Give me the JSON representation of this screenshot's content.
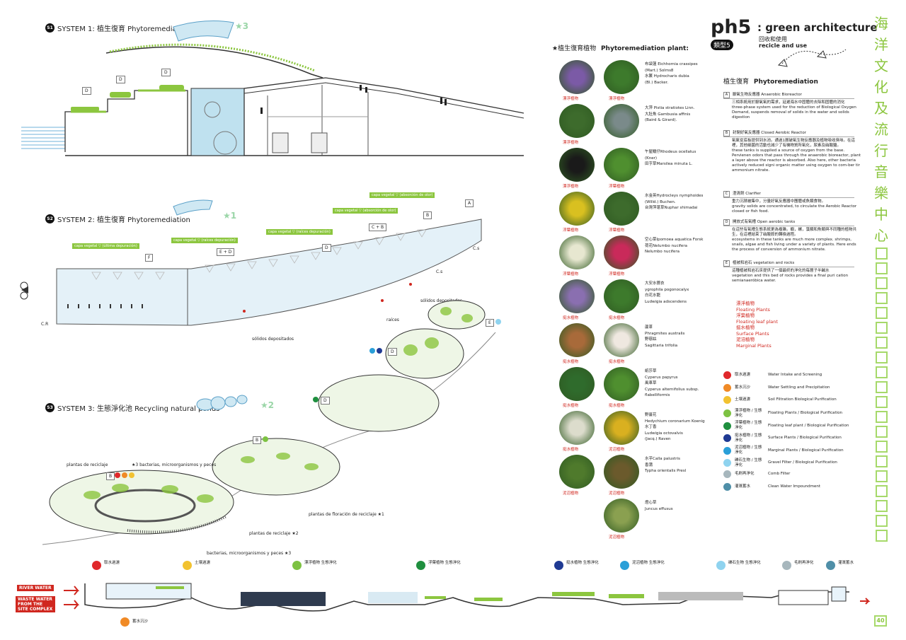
{
  "system1": {
    "badge": "S1",
    "title": "SYSTEM 1: 植生復育 Phytoremediation",
    "star": "★3",
    "letters": [
      "D",
      "D",
      "D"
    ]
  },
  "system2": {
    "badge": "S2",
    "title": "SYSTEM 2: 植生復育 Phytoremediation",
    "star": "★1",
    "veg_labels": [
      "capa vegetal ▽ (última depuración)",
      "capa vegetal ▽ (raíces depuración)",
      "capa vegetal ▽ (raíces depuración)",
      "capa vegetal ▽ (absorción de olor)",
      "capa vegetal ▽ (absorción de olor)"
    ],
    "markers": [
      "A",
      "B",
      "C + B",
      "D",
      "E + D",
      "F",
      "C.s",
      "C.s",
      "C.R"
    ],
    "solids1": "sólidos depositados",
    "solids2": "sólidos depositados",
    "roots": "raíces"
  },
  "system3": {
    "badge": "S3",
    "title": "SYSTEM 3: 生態淨化池 Recycling natural ponds",
    "star": "★2",
    "plants_label": "plantas de reciclaje",
    "bacteria_label": "★3 bacterias, microorganismos y peces",
    "flower_label": "plantas de floración de reciclaje ★1",
    "recycle_label": "plantas de reciclaje ★2",
    "bacteria_label2": "bacterias, microorganismos y peces ★3",
    "markers": [
      "B",
      "B",
      "D",
      "D",
      "E"
    ]
  },
  "header": {
    "title": "ph5",
    "subtitle": ": green architecture",
    "badge": "類型5",
    "sub_zh": "回收和使用",
    "sub_en": "recicle and use"
  },
  "plants": {
    "heading_zh": "★植生復育植物",
    "heading_en": "Phytoremediation plant:",
    "rows": [
      {
        "cap1": "漂浮植物",
        "cap2": "漂浮植物",
        "names": [
          "布袋蓮 Eichhornia crassipes",
          "(Mart.) Solms8",
          "水鱉 Hydrocharis dubia",
          "(Bl.) Backer."
        ]
      },
      {
        "cap1": "漂浮植物",
        "cap2": "",
        "names": [
          "大萍 Pistia stratiotes Linn.",
          "大肚魚 Gambusia affinis",
          "(Baird & Girard)."
        ]
      },
      {
        "cap1": "漂浮植物",
        "cap2": "浮葉植物",
        "names": [
          "午屋鱲仔Rhodeus ocellatus",
          "(Kner)",
          "田字草Marsilea minuta L."
        ]
      },
      {
        "cap1": "浮葉植物",
        "cap2": "浮葉植物",
        "names": [
          "水金英Hydrocleys nymphoides",
          "(Willd.) Buchen.",
          "台灣萍蓬草Nuphar shimadai"
        ]
      },
      {
        "cap1": "浮葉植物",
        "cap2": "浮葉植物",
        "names": [
          "空心菜Ipomoea aquatica Forsk",
          "荷花Nelumbo nucifera",
          "Nelumbo nucifera"
        ]
      },
      {
        "cap1": "挺水植物",
        "cap2": "挺水植物",
        "names": [
          "大安水蓑衣",
          "ygrophila pogonocalyx",
          "白花水龍",
          "Ludwigia adscendens"
        ]
      },
      {
        "cap1": "挺水植物",
        "cap2": "挺水植物",
        "names": [
          "蘆葦",
          "Phragmites australis",
          "野慈姑",
          "Sagittaria trifolia"
        ]
      },
      {
        "cap1": "挺水植物",
        "cap2": "挺水植物",
        "names": [
          "紙莎草",
          "Cyperus papyrus",
          "風車草",
          "Cyperus alternifolius subsp.",
          "flabelliformis"
        ]
      },
      {
        "cap1": "挺水植物",
        "cap2": "泥沼植物",
        "names": [
          "野薑花",
          "Hedychium coronarium Koenig",
          "水丁香",
          "Ludwigia octovalvis",
          "(Jacq.) Raven"
        ]
      },
      {
        "cap1": "泥沼植物",
        "cap2": "泥沼植物",
        "names": [
          "水芋Calla palustris",
          "香蒲",
          "Typha orientalis Presl"
        ]
      },
      {
        "cap1": "",
        "cap2": "泥沼植物",
        "names": [
          "燈心草",
          "Juncus effusus"
        ]
      }
    ]
  },
  "phyto": {
    "heading_zh": "植生復育",
    "heading_en": "Phytoremediation",
    "sections": [
      {
        "letter": "A",
        "head": "厭氧生物反應器  Anaerobic Bioreactor",
        "zh": "三相系統用於厭氧氧的需求，延遲海水中固體的去除和固體的消化",
        "en": "three-phase system used for the reduction of Biological Oxygen Demand, suspends removal of solids in the water and solids digestion"
      },
      {
        "letter": "B",
        "head": "封閉好氧反應器  Closed Aerobic Reactor",
        "zh": "氧氣從底板提供到水池。通過1層破氧生物反應器及植物吸收臭味。在這裡，其他細菌的活動也減少了有機物質所氧化，尿素及硝酸鹽。",
        "en": "these tanks is supplied a source of oxygen from the base. Pervienen odors that pass through the anaerobic bioreactor, plant a layer above the reactor is absorbed. Also here, other bacteria actively reduced signi organic matter using oxygen to com-ber tir ammonium nitrate."
      },
      {
        "letter": "C",
        "head": "澄清劑  Clarifier",
        "zh": "重力沉積被集中，分量好氧反應器中團體或魚類食物。",
        "en": "gravity solids are concentrated, to circulate the Aerobic Reactor closed or fish food."
      },
      {
        "letter": "D",
        "head": "開放式有氧槽  Open aerobic tanks",
        "zh": "在這些有氧槽生態系統更為複雜。蝦，螺，藻類和魚類與不同種的植物共生，在這裡結束了硝酸銨的轉換過程。",
        "en": "ecosystems in these tanks are much more complex. shrimps, snails, algae and fish living under a variety of plants. Here ends the process of conversion of ammonium nitrate."
      },
      {
        "letter": "E",
        "head": "植被和岩石  vegetation and rocks",
        "zh": "這種植被和岩石床提供了一個最終的淨化的每層子半鹹水",
        "en": "vegetation and this bed of rocks provides a final puri cation semianaeróbica water."
      }
    ],
    "plant_types": [
      "漂浮植物",
      "Floating Plants",
      "浮葉植物",
      "Floating leaf plant",
      "挺水植物",
      "Surface Plants",
      "泥沼植物",
      "Marginal Plants"
    ]
  },
  "legend": [
    {
      "color": "#e0282b",
      "zh": "取水過濾",
      "en": "Water Intake and Screening"
    },
    {
      "color": "#f08a26",
      "zh": "蓄水沉沙",
      "en": "Water Settling and Precipitation"
    },
    {
      "color": "#f2c230",
      "zh": "土壤過濾",
      "en": "Soil Filtration Biological Purification"
    },
    {
      "color": "#7dc242",
      "zh": "漂浮植物 / 生態淨化",
      "en": "Floating Plants / Biological Purification"
    },
    {
      "color": "#1f8f3f",
      "zh": "浮葉植物 / 生態淨化",
      "en": "Floating leaf plant / Biological Purification"
    },
    {
      "color": "#1f3a93",
      "zh": "挺水植物 / 生態淨化",
      "en": "Surface Plants / Biological Purification"
    },
    {
      "color": "#2a9fd8",
      "zh": "泥沼植物 / 生態淨化",
      "en": "Marginal Plants / Biological Purification"
    },
    {
      "color": "#8fd3ef",
      "zh": "礫石生物 / 生態淨化",
      "en": "Gravel Filter / Biological Purification"
    },
    {
      "color": "#a7b7bd",
      "zh": "毛刷再淨化",
      "en": "Comb Filter"
    },
    {
      "color": "#4f8fa8",
      "zh": "灌溉蓄水",
      "en": "Clean Water Impoundment"
    }
  ],
  "side": {
    "title_chars": [
      "海",
      "洋",
      "文",
      "化",
      "及",
      "流",
      "行",
      "音",
      "樂",
      "中",
      "心"
    ],
    "boxes": 20,
    "page": "40"
  },
  "bottom": {
    "labels": [
      {
        "zh": "取水過濾",
        "color": "#e0282b"
      },
      {
        "zh": "土壤過濾",
        "color": "#f2c230"
      },
      {
        "zh": "漂浮植物 生態淨化",
        "color": "#7dc242"
      },
      {
        "zh": "浮葉植物 生態淨化",
        "color": "#1f8f3f"
      },
      {
        "zh": "挺水植物 生態淨化",
        "color": "#1f3a93"
      },
      {
        "zh": "泥沼植物 生態淨化",
        "color": "#2a9fd8"
      },
      {
        "zh": "礫石生物 生態淨化",
        "color": "#8fd3ef"
      },
      {
        "zh": "毛刷再淨化",
        "color": "#a7b7bd"
      },
      {
        "zh": "灌溉蓄水",
        "color": "#4f8fa8"
      }
    ],
    "settle": {
      "zh": "蓄水沉沙",
      "color": "#f08a26"
    },
    "river": "RIVER WATER",
    "waste": "WASTE WATER FROM THE SITE COMPLEX"
  }
}
